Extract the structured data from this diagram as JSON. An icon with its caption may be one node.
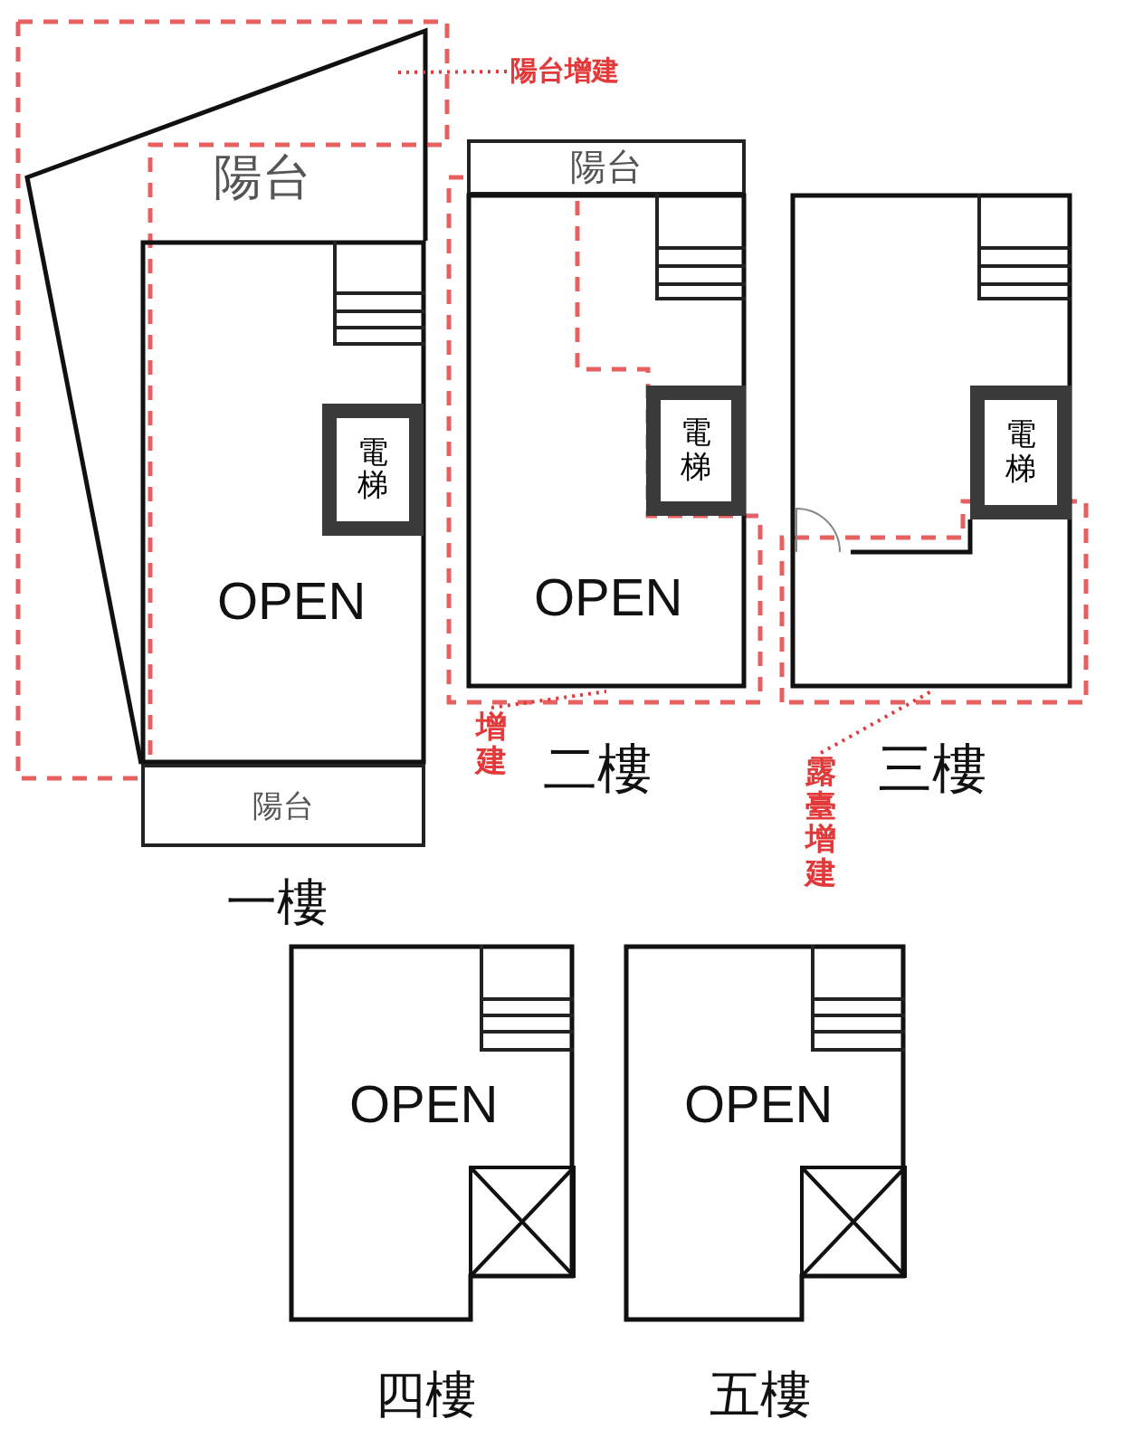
{
  "diagram": {
    "nodes": [
      {
        "text": [
          "陽台增建"
        ]
      },
      {
        "text": [
          "OPEN"
        ]
      },
      {
        "text": [
          "電梯"
        ],
        "in": 1
      },
      {
        "text": [
          "陽台"
        ]
      },
      {
        "text": [
          "陽台"
        ]
      },
      {
        "text": [
          "OPEN"
        ]
      },
      {
        "text": [
          "電梯"
        ],
        "in": 5
      },
      {
        "text": [],
        "shape": "box"
      },
      {
        "text": [
          "電梯"
        ],
        "in": 7
      },
      {
        "text": [
          "增建"
        ]
      },
      {
        "text": [
          "露臺增建"
        ]
      },
      {
        "text": [
          "OPEN"
        ]
      },
      {
        "text": [
          "OPEN"
        ]
      }
    ],
    "edges": [
      {
        "from": 0,
        "to": null,
        "arrow": "none"
      },
      {
        "from": 9,
        "to": 5,
        "arrow": "none"
      },
      {
        "from": 10,
        "to": 7,
        "arrow": "none"
      }
    ],
    "labels": [
      "陽台",
      "二樓",
      "三樓",
      "一樓",
      "四樓",
      "五樓"
    ]
  }
}
